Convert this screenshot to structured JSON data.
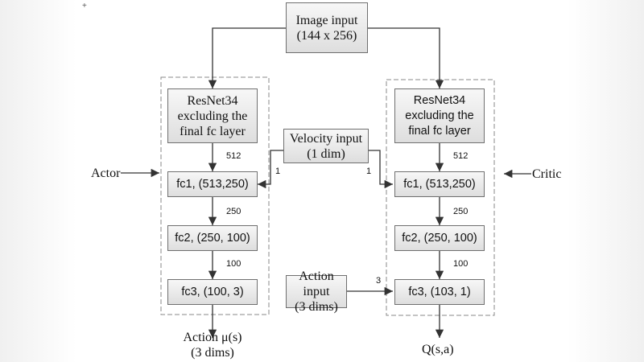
{
  "boxes": {
    "image_input": [
      "Image input",
      "(144 x 256)"
    ],
    "velocity_input": [
      "Velocity input",
      "(1 dim)"
    ],
    "action_input": [
      "Action input",
      "(3 dims)"
    ],
    "actor_resnet": [
      "ResNet34",
      "excluding the",
      "final fc layer"
    ],
    "actor_fc1": "fc1, (513,250)",
    "actor_fc2": "fc2, (250, 100)",
    "actor_fc3": "fc3, (100, 3)",
    "critic_resnet": [
      "ResNet34",
      "excluding the",
      "final fc layer"
    ],
    "critic_fc1": "fc1, (513,250)",
    "critic_fc2": "fc2, (250, 100)",
    "critic_fc3": "fc3, (103, 1)"
  },
  "labels": {
    "actor": "Actor",
    "critic": "Critic",
    "actor_output": [
      "Action μ(s)",
      "(3 dims)"
    ],
    "critic_output": "Q(s,a)"
  },
  "edge_labels": {
    "actor_512": "512",
    "actor_250": "250",
    "actor_100": "100",
    "critic_512": "512",
    "critic_250": "250",
    "critic_100": "100",
    "velocity_to_actor": "1",
    "velocity_to_critic": "1",
    "action_to_critic": "3"
  },
  "crosshair": "+"
}
